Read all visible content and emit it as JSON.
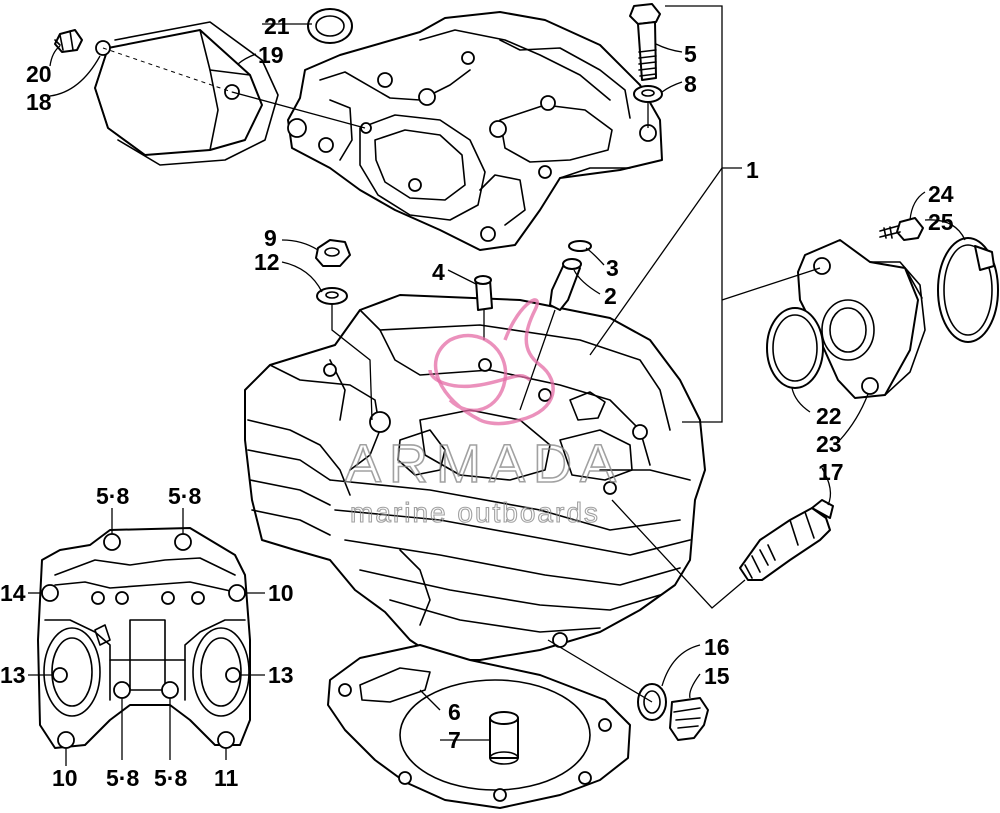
{
  "diagram": {
    "callouts": [
      {
        "id": "c20",
        "text": "20"
      },
      {
        "id": "c18",
        "text": "18"
      },
      {
        "id": "c21",
        "text": "21"
      },
      {
        "id": "c19",
        "text": "19"
      },
      {
        "id": "c5",
        "text": "5"
      },
      {
        "id": "c8",
        "text": "8"
      },
      {
        "id": "c1",
        "text": "1"
      },
      {
        "id": "c24",
        "text": "24"
      },
      {
        "id": "c25",
        "text": "25"
      },
      {
        "id": "c9",
        "text": "9"
      },
      {
        "id": "c12",
        "text": "12"
      },
      {
        "id": "c3",
        "text": "3"
      },
      {
        "id": "c4",
        "text": "4"
      },
      {
        "id": "c2",
        "text": "2"
      },
      {
        "id": "c22",
        "text": "22"
      },
      {
        "id": "c23",
        "text": "23"
      },
      {
        "id": "c17",
        "text": "17"
      },
      {
        "id": "c16",
        "text": "16"
      },
      {
        "id": "c15",
        "text": "15"
      },
      {
        "id": "c6",
        "text": "6"
      },
      {
        "id": "c7",
        "text": "7"
      },
      {
        "id": "i58a",
        "text": "5·8"
      },
      {
        "id": "i58b",
        "text": "5·8"
      },
      {
        "id": "i14",
        "text": "14"
      },
      {
        "id": "i10a",
        "text": "10"
      },
      {
        "id": "i13a",
        "text": "13"
      },
      {
        "id": "i13b",
        "text": "13"
      },
      {
        "id": "i10b",
        "text": "10"
      },
      {
        "id": "i58c",
        "text": "5·8"
      },
      {
        "id": "i58d",
        "text": "5·8"
      },
      {
        "id": "i11",
        "text": "11"
      }
    ]
  },
  "watermark": {
    "word": "ARMADA",
    "tagline": "marine outboards",
    "logo_color": "#e46ca6",
    "text_color": "#8a8a8a"
  }
}
